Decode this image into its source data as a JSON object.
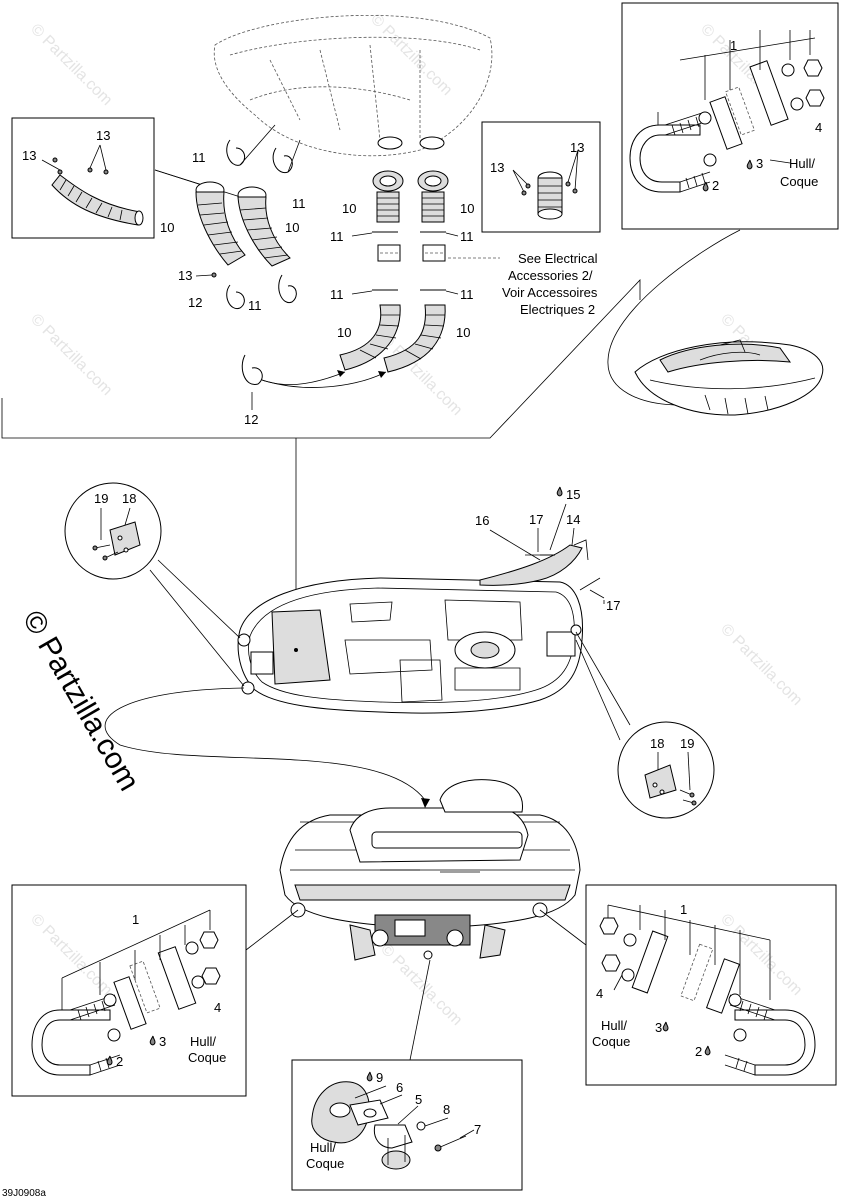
{
  "watermark": "© Partzilla.com",
  "diagram_code": "39J0908a",
  "drop_icon": "drop-icon",
  "callouts": {
    "c1": "1",
    "c2": "2",
    "c3": "3",
    "c4": "4",
    "c5": "5",
    "c6": "6",
    "c7": "7",
    "c8": "8",
    "c9": "9",
    "c10": "10",
    "c11": "11",
    "c12": "12",
    "c13": "13",
    "c14": "14",
    "c15": "15",
    "c16": "16",
    "c17": "17",
    "c18": "18",
    "c19": "19"
  },
  "hull_coque": [
    "Hull/",
    "Coque"
  ],
  "electrical_note": [
    "See Electrical",
    "Accessories 2/",
    "Voir Accessoires",
    "Electriques 2"
  ]
}
